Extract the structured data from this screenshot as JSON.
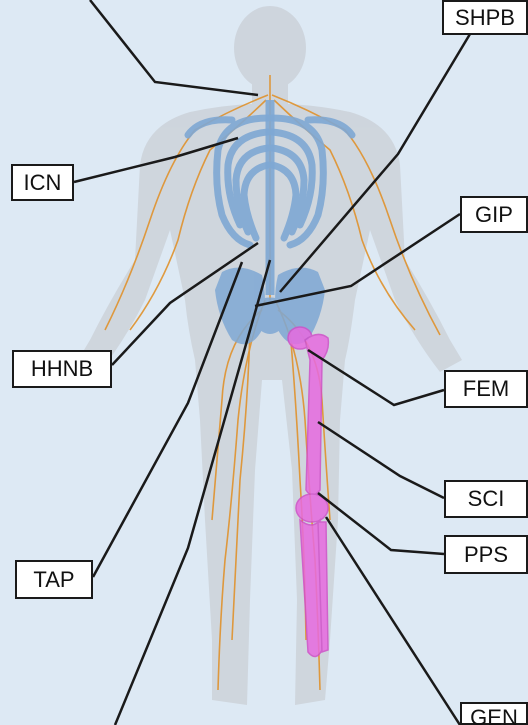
{
  "labels": {
    "shpb": "SHPB",
    "icn": "ICN",
    "gip": "GIP",
    "hhnb": "HHNB",
    "fem": "FEM",
    "sci": "SCI",
    "pps": "PPS",
    "tap": "TAP",
    "gen": "GEN"
  },
  "colors": {
    "background": "#dde9f4",
    "body_silhouette": "#c9cfd6",
    "skeleton": "#7fa8d4",
    "nerves": "#e0922c",
    "highlighted_leg_bone": "#e76be0",
    "leader_lines": "#1a1a1a"
  },
  "icons": {
    "figure": "human-body-skeleton-nerve-illustration"
  }
}
